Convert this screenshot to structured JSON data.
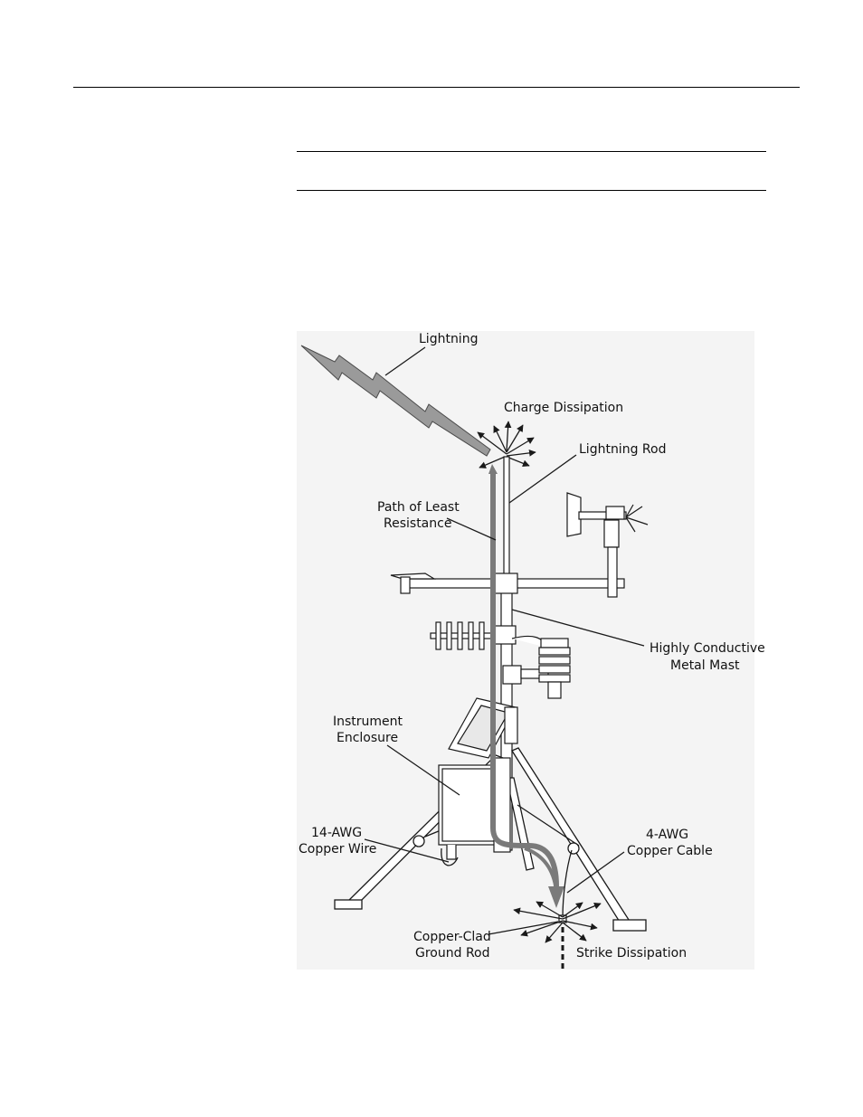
{
  "figure": {
    "labels": {
      "lightning": "Lightning",
      "charge_dissipation": "Charge Dissipation",
      "lightning_rod": "Lightning Rod",
      "path_line1": "Path of Least",
      "path_line2": "Resistance",
      "mast_line1": "Highly Conductive",
      "mast_line2": "Metal Mast",
      "enclosure_line1": "Instrument",
      "enclosure_line2": "Enclosure",
      "wire14_line1": "14-AWG",
      "wire14_line2": "Copper Wire",
      "cable4_line1": "4-AWG",
      "cable4_line2": "Copper Cable",
      "rod_line1": "Copper-Clad",
      "rod_line2": "Ground Rod",
      "strike_dissipation": "Strike Dissipation"
    },
    "colors": {
      "background": "#f4f4f4",
      "line": "#1a1a1a",
      "path": "#7a7a7a",
      "lightning_fill": "#9a9a9a"
    }
  }
}
